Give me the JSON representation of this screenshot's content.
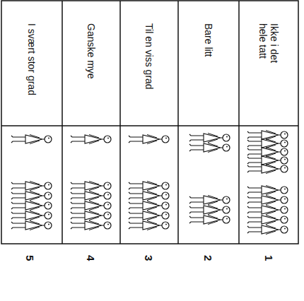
{
  "diagram": {
    "nodes": [
      {
        "text": [
          "I svært stor grad"
        ]
      },
      {
        "text": [
          "Ganske mye"
        ]
      },
      {
        "text": [
          "Til en viss grad"
        ]
      },
      {
        "text": [
          "Bare litt"
        ]
      },
      {
        "text": [
          "Ikke i det hele tatt"
        ]
      }
    ],
    "labels": [
      "5",
      "4",
      "3",
      "2",
      "1"
    ]
  }
}
